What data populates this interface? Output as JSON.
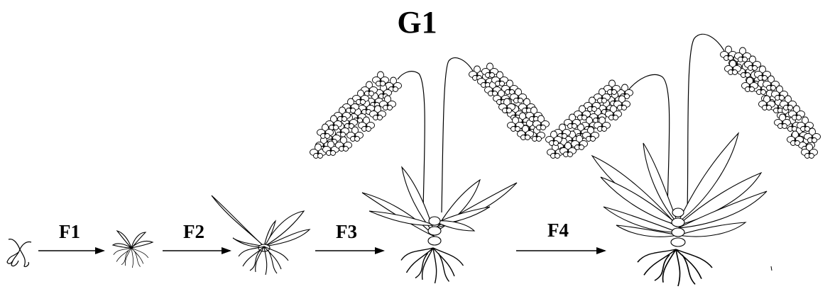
{
  "diagram": {
    "title": "G1",
    "stages": [
      {
        "label": "F1"
      },
      {
        "label": "F2"
      },
      {
        "label": "F3"
      },
      {
        "label": "F4"
      }
    ],
    "colors": {
      "ink": "#000000",
      "background": "#ffffff",
      "fill": "#ffffff"
    }
  }
}
